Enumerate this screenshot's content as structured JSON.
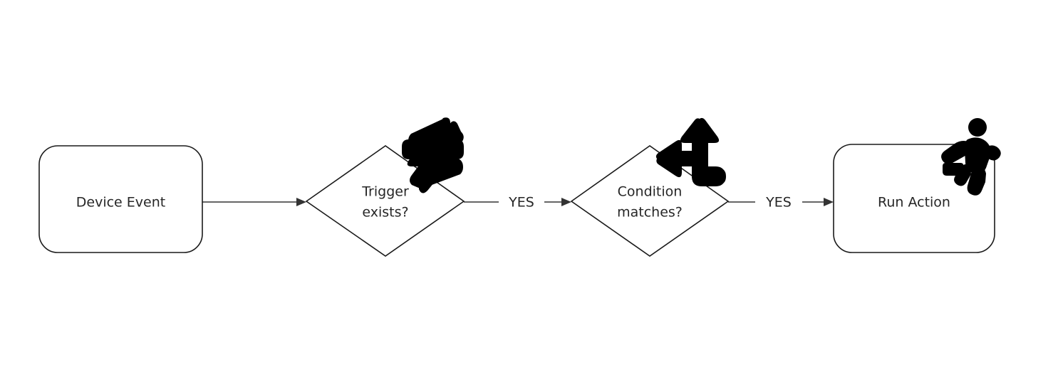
{
  "diagram": {
    "type": "flowchart",
    "orientation": "left-to-right",
    "background_color": "#ffffff",
    "stroke_color": "#1a1a1a",
    "text_color": "#262626",
    "icon_color": "#000000",
    "nodes": [
      {
        "id": "device-event",
        "label": "Device Event",
        "shape": "rounded-rectangle",
        "lines": [
          "Device Event"
        ]
      },
      {
        "id": "trigger-exists",
        "label": "Trigger exists?",
        "shape": "diamond",
        "lines": [
          "Trigger",
          "exists?"
        ],
        "icon": "lightning-bolt-icon"
      },
      {
        "id": "condition-matches",
        "label": "Condition matches?",
        "shape": "diamond",
        "lines": [
          "Condition",
          "matches?"
        ],
        "icon": "branch-arrow-icon"
      },
      {
        "id": "run-action",
        "label": "Run Action",
        "shape": "rounded-rectangle",
        "lines": [
          "Run Action"
        ],
        "icon": "running-person-icon"
      }
    ],
    "edges": [
      {
        "id": "edge-1",
        "from": "device-event",
        "to": "trigger-exists",
        "label": ""
      },
      {
        "id": "edge-2",
        "from": "trigger-exists",
        "to": "condition-matches",
        "label": "YES"
      },
      {
        "id": "edge-3",
        "from": "condition-matches",
        "to": "run-action",
        "label": "YES"
      }
    ]
  }
}
